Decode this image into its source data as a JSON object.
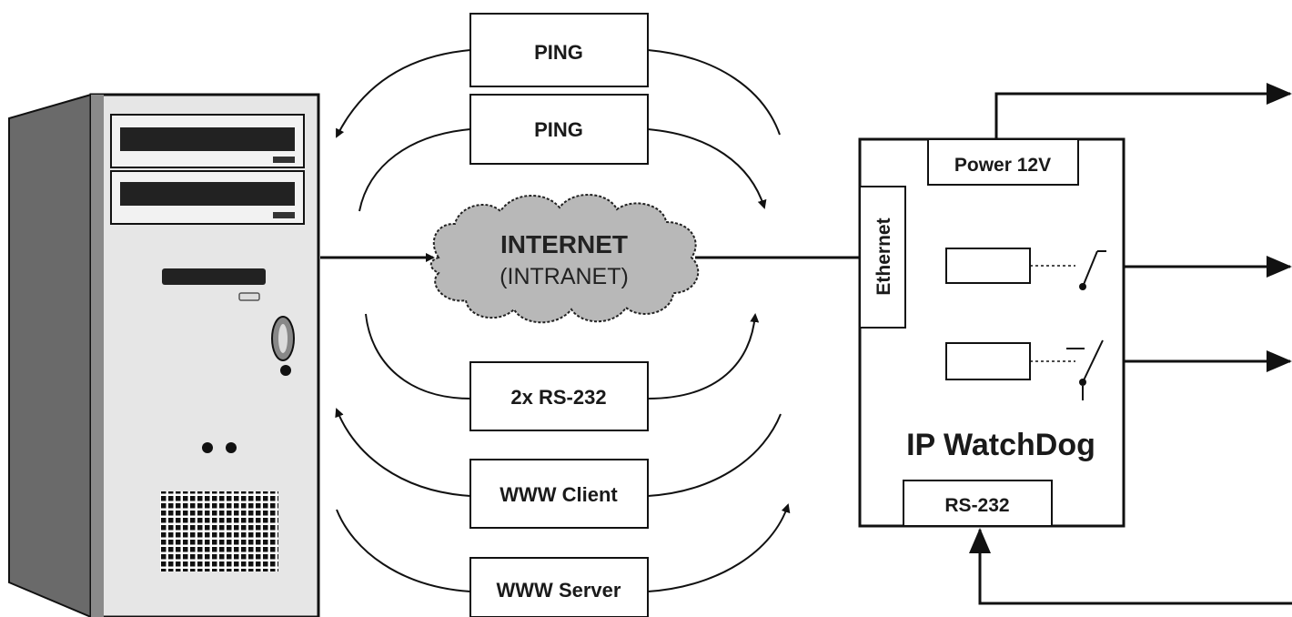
{
  "diagram": {
    "protocols": {
      "ping_top": "PING",
      "ping_second": "PING",
      "rs232_double": "2x RS-232",
      "www_client": "WWW Client",
      "www_server": "WWW Server"
    },
    "cloud": {
      "title": "INTERNET",
      "subtitle": "(INTRANET)"
    },
    "device": {
      "name": "IP WatchDog",
      "power_port": "Power 12V",
      "ethernet_port": "Ethernet",
      "serial_port": "RS-232"
    },
    "colors": {
      "ink": "#111111",
      "cloud_fill": "#b8b8b8",
      "tower_front": "#e6e6e6",
      "tower_side": "#6a6a6a"
    }
  }
}
